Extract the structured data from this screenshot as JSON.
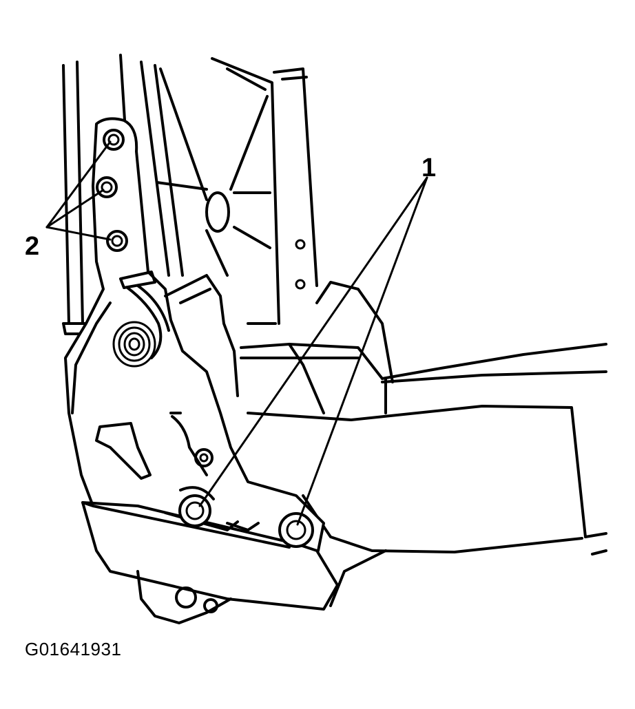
{
  "callouts": {
    "one": "1",
    "two": "2"
  },
  "figure_id": "G01641931",
  "colors": {
    "ink": "#000000",
    "paper": "#ffffff"
  }
}
